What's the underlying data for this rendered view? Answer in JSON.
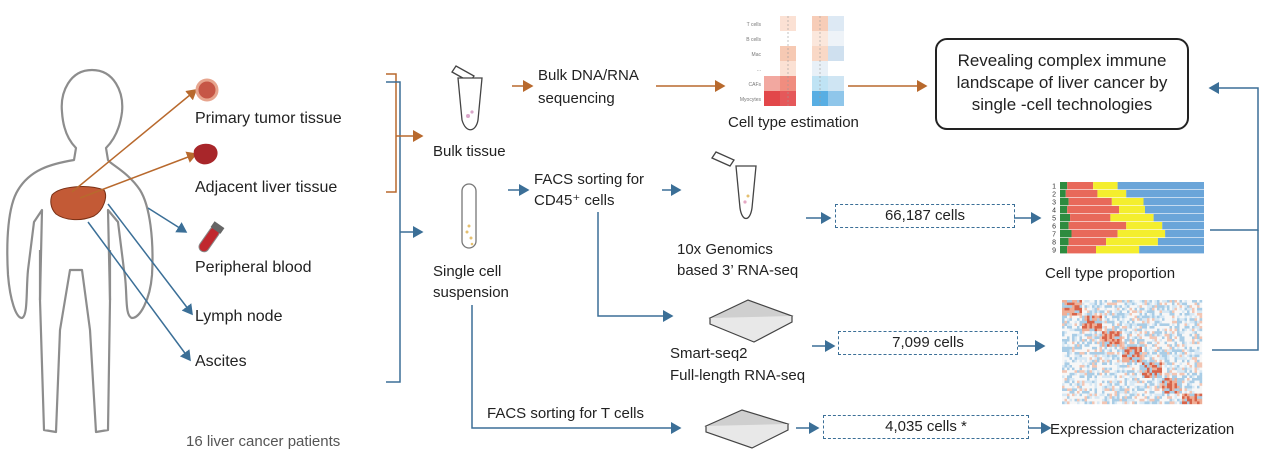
{
  "patients_label": "16 liver cancer patients",
  "tissues": [
    "Primary tumor tissue",
    "Adjacent liver tissue",
    "Peripheral blood",
    "Lymph node",
    "Ascites"
  ],
  "samples": {
    "bulk": "Bulk tissue",
    "single_line1": "Single cell",
    "single_line2": "suspension"
  },
  "steps": {
    "bulk_seq_line1": "Bulk DNA/RNA",
    "bulk_seq_line2": "sequencing",
    "facs_cd45_line1": "FACS sorting for",
    "facs_cd45_line2": "CD45⁺ cells",
    "facs_t": "FACS sorting for T cells",
    "tenx_line1": "10x Genomics",
    "tenx_line2": "based 3’ RNA-seq",
    "smart_line1": "Smart-seq2",
    "smart_line2": "Full-length RNA-seq"
  },
  "cell_counts": {
    "tenx": "66,187 cells",
    "smart": "7,099 cells",
    "t": "4,035 cells *"
  },
  "outputs": {
    "cell_type_estimation": "Cell type estimation",
    "cell_type_proportion": "Cell type proportion",
    "expression": "Expression characterization"
  },
  "estimation_rows": [
    "T cells",
    "B cells",
    "Mac",
    "...",
    "CAFs",
    "Myocytes"
  ],
  "proportion_rows": [
    "1",
    "2",
    "3",
    "4",
    "5",
    "6",
    "7",
    "8",
    "9"
  ],
  "revealing": {
    "line1": "Revealing complex immune",
    "line2": "landscape of liver cancer by",
    "line3": "single -cell technologies"
  },
  "colors": {
    "orange_arrow": "#b8692d",
    "blue_arrow": "#3b6f97",
    "tube_red": "#c0282e"
  }
}
